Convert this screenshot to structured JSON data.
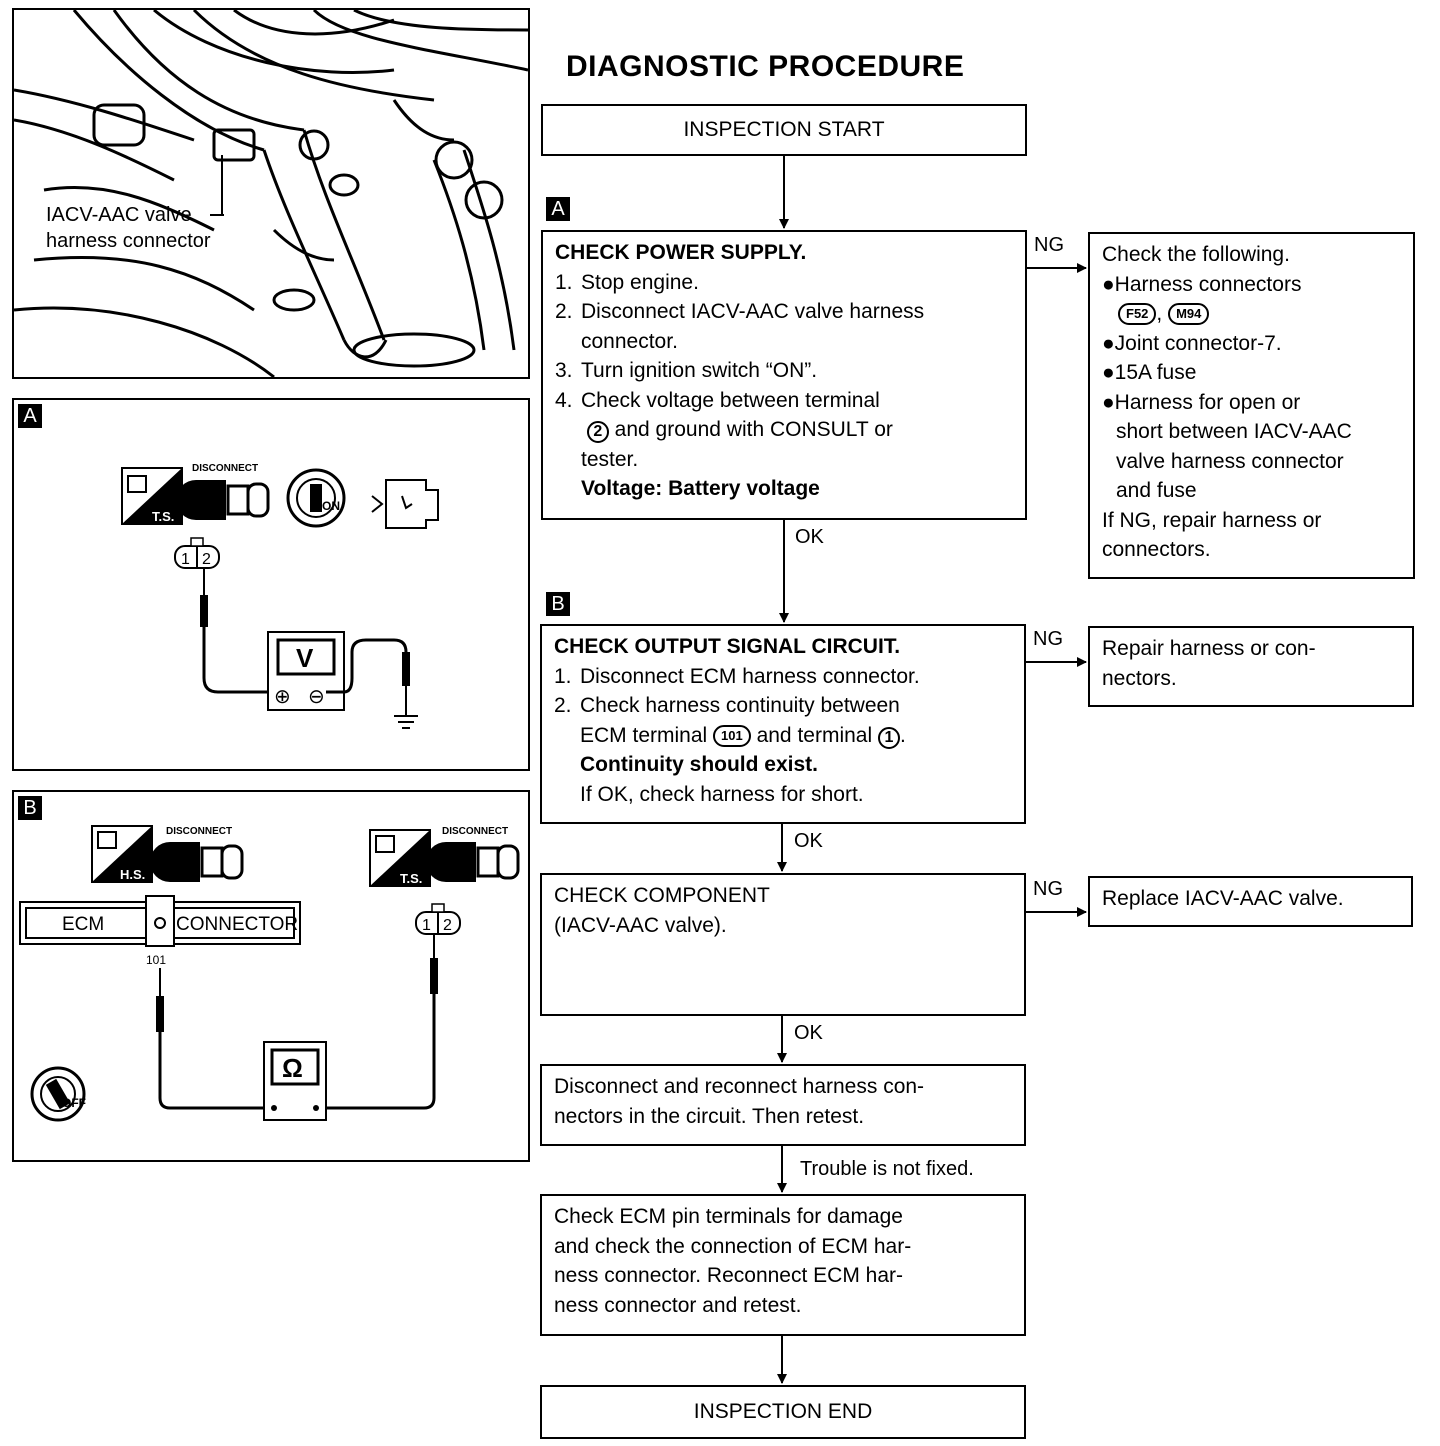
{
  "title": "DIAGNOSTIC PROCEDURE",
  "photo": {
    "label_line1": "IACV-AAC valve",
    "label_line2": "harness connector"
  },
  "panel_a": {
    "badge": "A",
    "ts": "T.S.",
    "disconnect": "DISCONNECT",
    "on": "ON",
    "pin1": "1",
    "pin2": "2",
    "meter": "V",
    "plus": "⊕",
    "minus": "⊖"
  },
  "panel_b": {
    "badge": "B",
    "hs": "H.S.",
    "ts": "T.S.",
    "disconnect_left": "DISCONNECT",
    "disconnect_right": "DISCONNECT",
    "ecm": "ECM",
    "connector": "CONNECTOR",
    "terminal": "101",
    "pin1": "1",
    "pin2": "2",
    "meter": "Ω",
    "off": "OFF"
  },
  "flow": {
    "start": "INSPECTION START",
    "end": "INSPECTION END",
    "badge_a": "A",
    "badge_b": "B",
    "step1": {
      "title": "CHECK POWER SUPPLY.",
      "i1n": "1.",
      "i1": "Stop engine.",
      "i2n": "2.",
      "i2a": "Disconnect IACV-AAC valve harness",
      "i2b": "connector.",
      "i3n": "3.",
      "i3": "Turn ignition switch “ON”.",
      "i4n": "4.",
      "i4a": "Check voltage between terminal",
      "i4_term": "2",
      "i4b": " and ground with CONSULT or",
      "i4c": "tester.",
      "voltage": "Voltage: Battery voltage"
    },
    "step2": {
      "title": "CHECK OUTPUT SIGNAL CIRCUIT.",
      "i1n": "1.",
      "i1": "Disconnect ECM harness connector.",
      "i2n": "2.",
      "i2a": "Check harness continuity between",
      "i2b_pre": "ECM terminal ",
      "i2b_term1": "101",
      "i2b_mid": " and terminal ",
      "i2b_term2": "1",
      "i2b_post": ".",
      "bold": "Continuity should exist.",
      "note": "If OK, check harness for short."
    },
    "step3": {
      "line1": "CHECK COMPONENT",
      "line2": "(IACV-AAC valve)."
    },
    "step4": {
      "line1": "Disconnect and reconnect harness con-",
      "line2": "nectors in the circuit. Then retest."
    },
    "step5": {
      "line1": "Check ECM pin terminals for damage",
      "line2": "and check the connection of ECM har-",
      "line3": "ness connector. Reconnect ECM har-",
      "line4": "ness connector and retest."
    },
    "ng1": {
      "label": "NG",
      "head": "Check the following.",
      "b1": "●Harness connectors",
      "c1": "F52",
      "sep": ",",
      "c2": "M94",
      "b2": "●Joint connector-7.",
      "b3": "●15A fuse",
      "b4a": "●Harness for open or",
      "b4b": "short between IACV-AAC",
      "b4c": "valve harness connector",
      "b4d": "and fuse",
      "f1": "If NG, repair harness or",
      "f2": "connectors."
    },
    "ng2": {
      "label": "NG",
      "line1": "Repair harness or con-",
      "line2": "nectors."
    },
    "ng3": {
      "label": "NG",
      "line1": "Replace IACV-AAC valve."
    },
    "ok1": "OK",
    "ok2": "OK",
    "ok3": "OK",
    "not_fixed": "Trouble is not fixed."
  }
}
